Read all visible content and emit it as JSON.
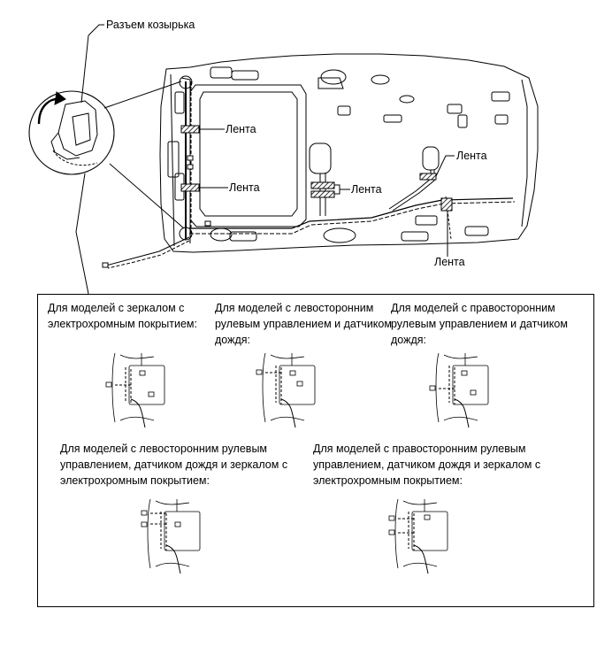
{
  "main_figure": {
    "callouts": {
      "visor_connector": "Разъем козырька",
      "tape_front_upper": "Лента",
      "tape_front_lower": "Лента",
      "tape_middle": "Лента",
      "tape_rear_upper": "Лента",
      "tape_rear_lower": "Лента"
    }
  },
  "variants": [
    {
      "id": "ec-mirror",
      "caption": "Для моделей с зеркалом с электрохромным покрытием:"
    },
    {
      "id": "lhd-rain-sensor",
      "caption": "Для моделей с левосторонним рулевым управлением и датчиком дождя:"
    },
    {
      "id": "rhd-rain-sensor",
      "caption": "Для моделей с правосторонним рулевым управлением и датчиком дождя:"
    },
    {
      "id": "lhd-rain-ec",
      "caption": "Для моделей с левосторонним рулевым управлением, датчиком дождя и зеркалом с электрохромным покрытием:"
    },
    {
      "id": "rhd-rain-ec",
      "caption": "Для моделей с правосторонним рулевым управлением, датчиком дождя и зеркалом с электрохромным покрытием:"
    }
  ]
}
